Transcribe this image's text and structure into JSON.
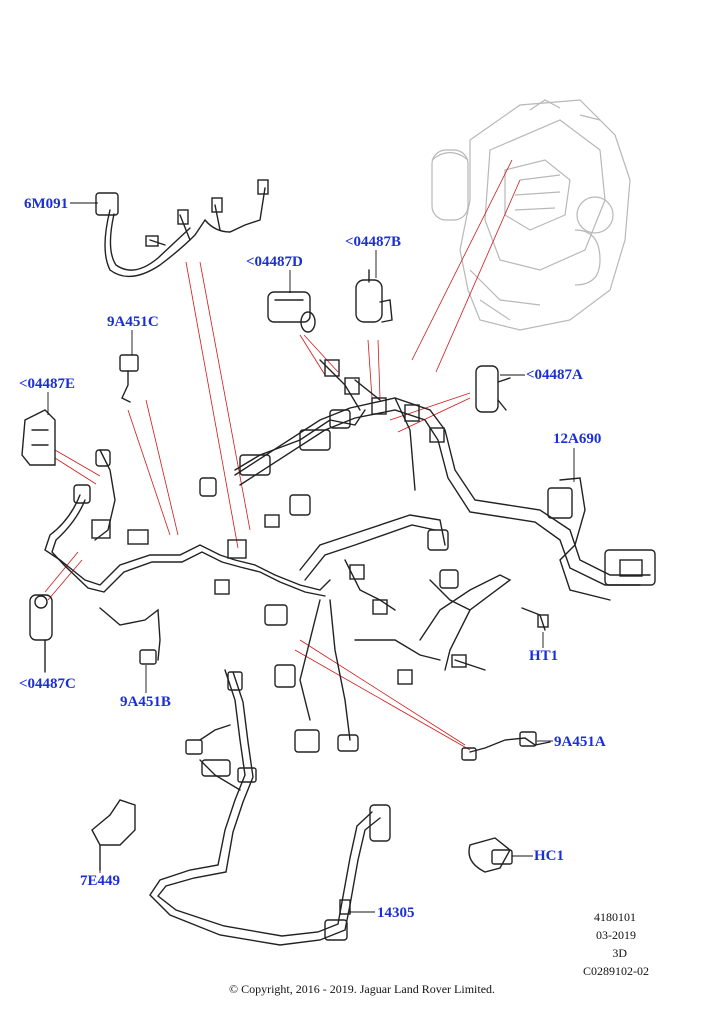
{
  "callouts": {
    "c6M091": "6M091",
    "c04487D": "<04487D",
    "c04487B": "<04487B",
    "c9A451C": "9A451C",
    "c04487E": "<04487E",
    "c04487A": "<04487A",
    "c12A690": "12A690",
    "cHT1": "HT1",
    "c04487C": "<04487C",
    "c9A451B": "9A451B",
    "c9A451A": "9A451A",
    "c7E449": "7E449",
    "cHC1": "HC1",
    "c14305": "14305"
  },
  "meta": {
    "line1": "4180101",
    "line2": "03-2019",
    "line3": "3D",
    "line4": "C0289102-02"
  },
  "copyright": "© Copyright, 2016 - 2019. Jaguar Land Rover Limited.",
  "colors": {
    "callout": "#1a2fd6",
    "leader": "#d11a1a",
    "harness": "#222222",
    "engine": "#b8b8b8"
  }
}
